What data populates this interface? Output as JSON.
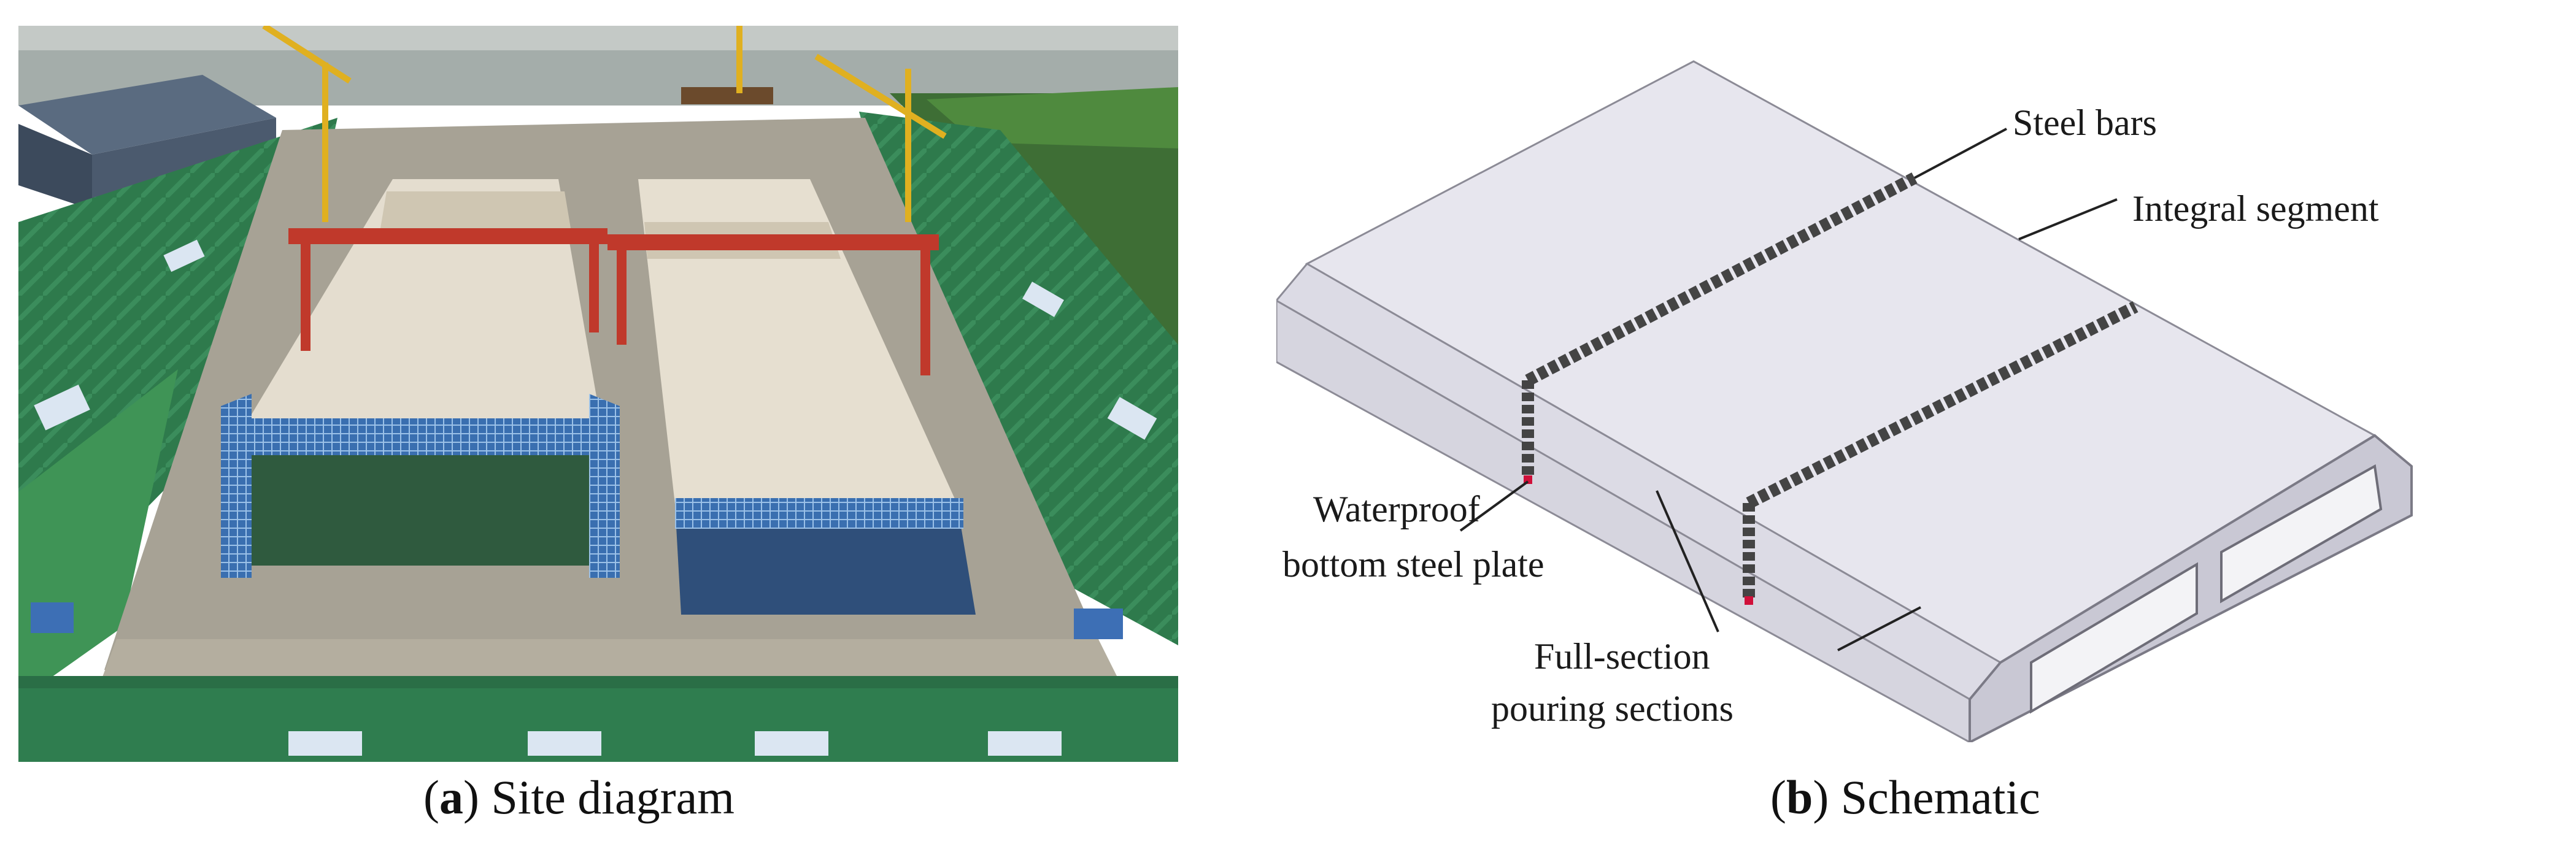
{
  "captions": {
    "a": {
      "letter": "a",
      "text": " Site diagram"
    },
    "b": {
      "letter": "b",
      "text": " Schematic"
    }
  },
  "schematic_labels": {
    "steel_bars": "Steel bars",
    "integral_segment": "Integral segment",
    "waterproof_line1": "Waterproof",
    "waterproof_line2": "bottom steel plate",
    "full_section_line1": "Full-section",
    "full_section_line2": "pouring sections"
  },
  "colors": {
    "grass_green": "#2f7d4f",
    "crane_red": "#c0392b",
    "crane_yellow": "#e0b020",
    "river": "#9aa6a4",
    "box_top": "#e7e6ee",
    "box_front": "#d9d8e2",
    "box_side": "#c9c8d4",
    "steel_bar": "#444444",
    "plate_red": "#d0103a"
  }
}
